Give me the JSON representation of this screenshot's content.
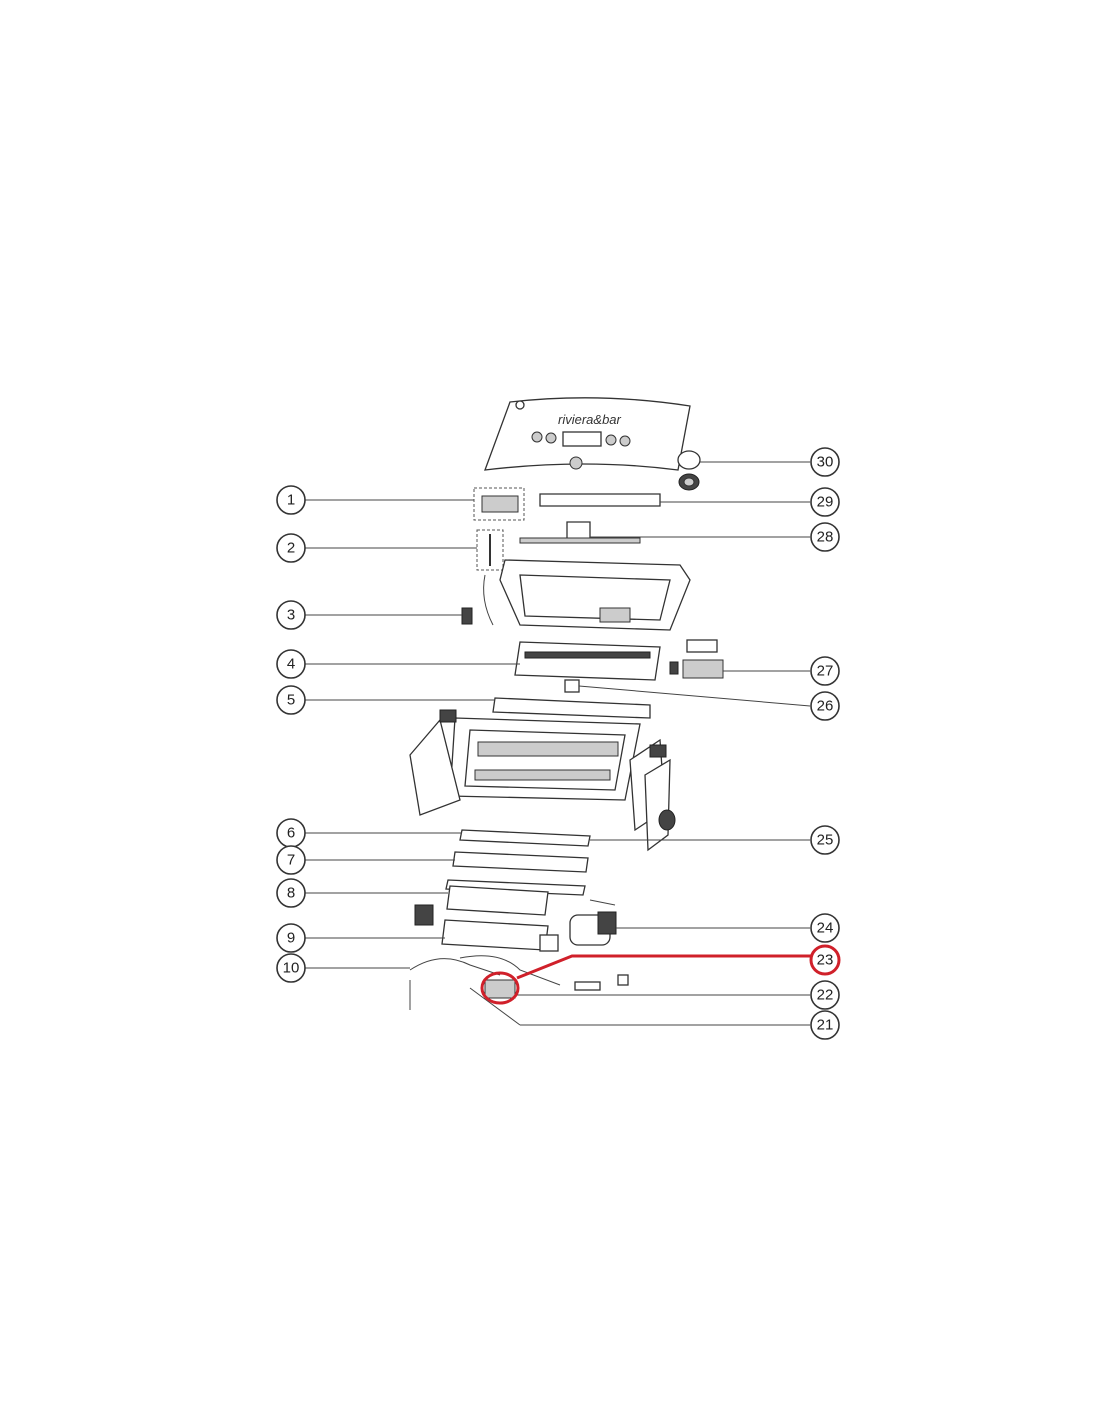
{
  "brand_logo": "riviera&bar",
  "callouts": {
    "left": [
      "1",
      "2",
      "3",
      "4",
      "5",
      "6",
      "7",
      "8",
      "9",
      "10"
    ],
    "right": [
      "30",
      "29",
      "28",
      "27",
      "26",
      "25",
      "24",
      "23",
      "22",
      "21"
    ]
  },
  "highlighted_part": "23",
  "colors": {
    "highlight": "#d0202a",
    "line": "#333333"
  }
}
